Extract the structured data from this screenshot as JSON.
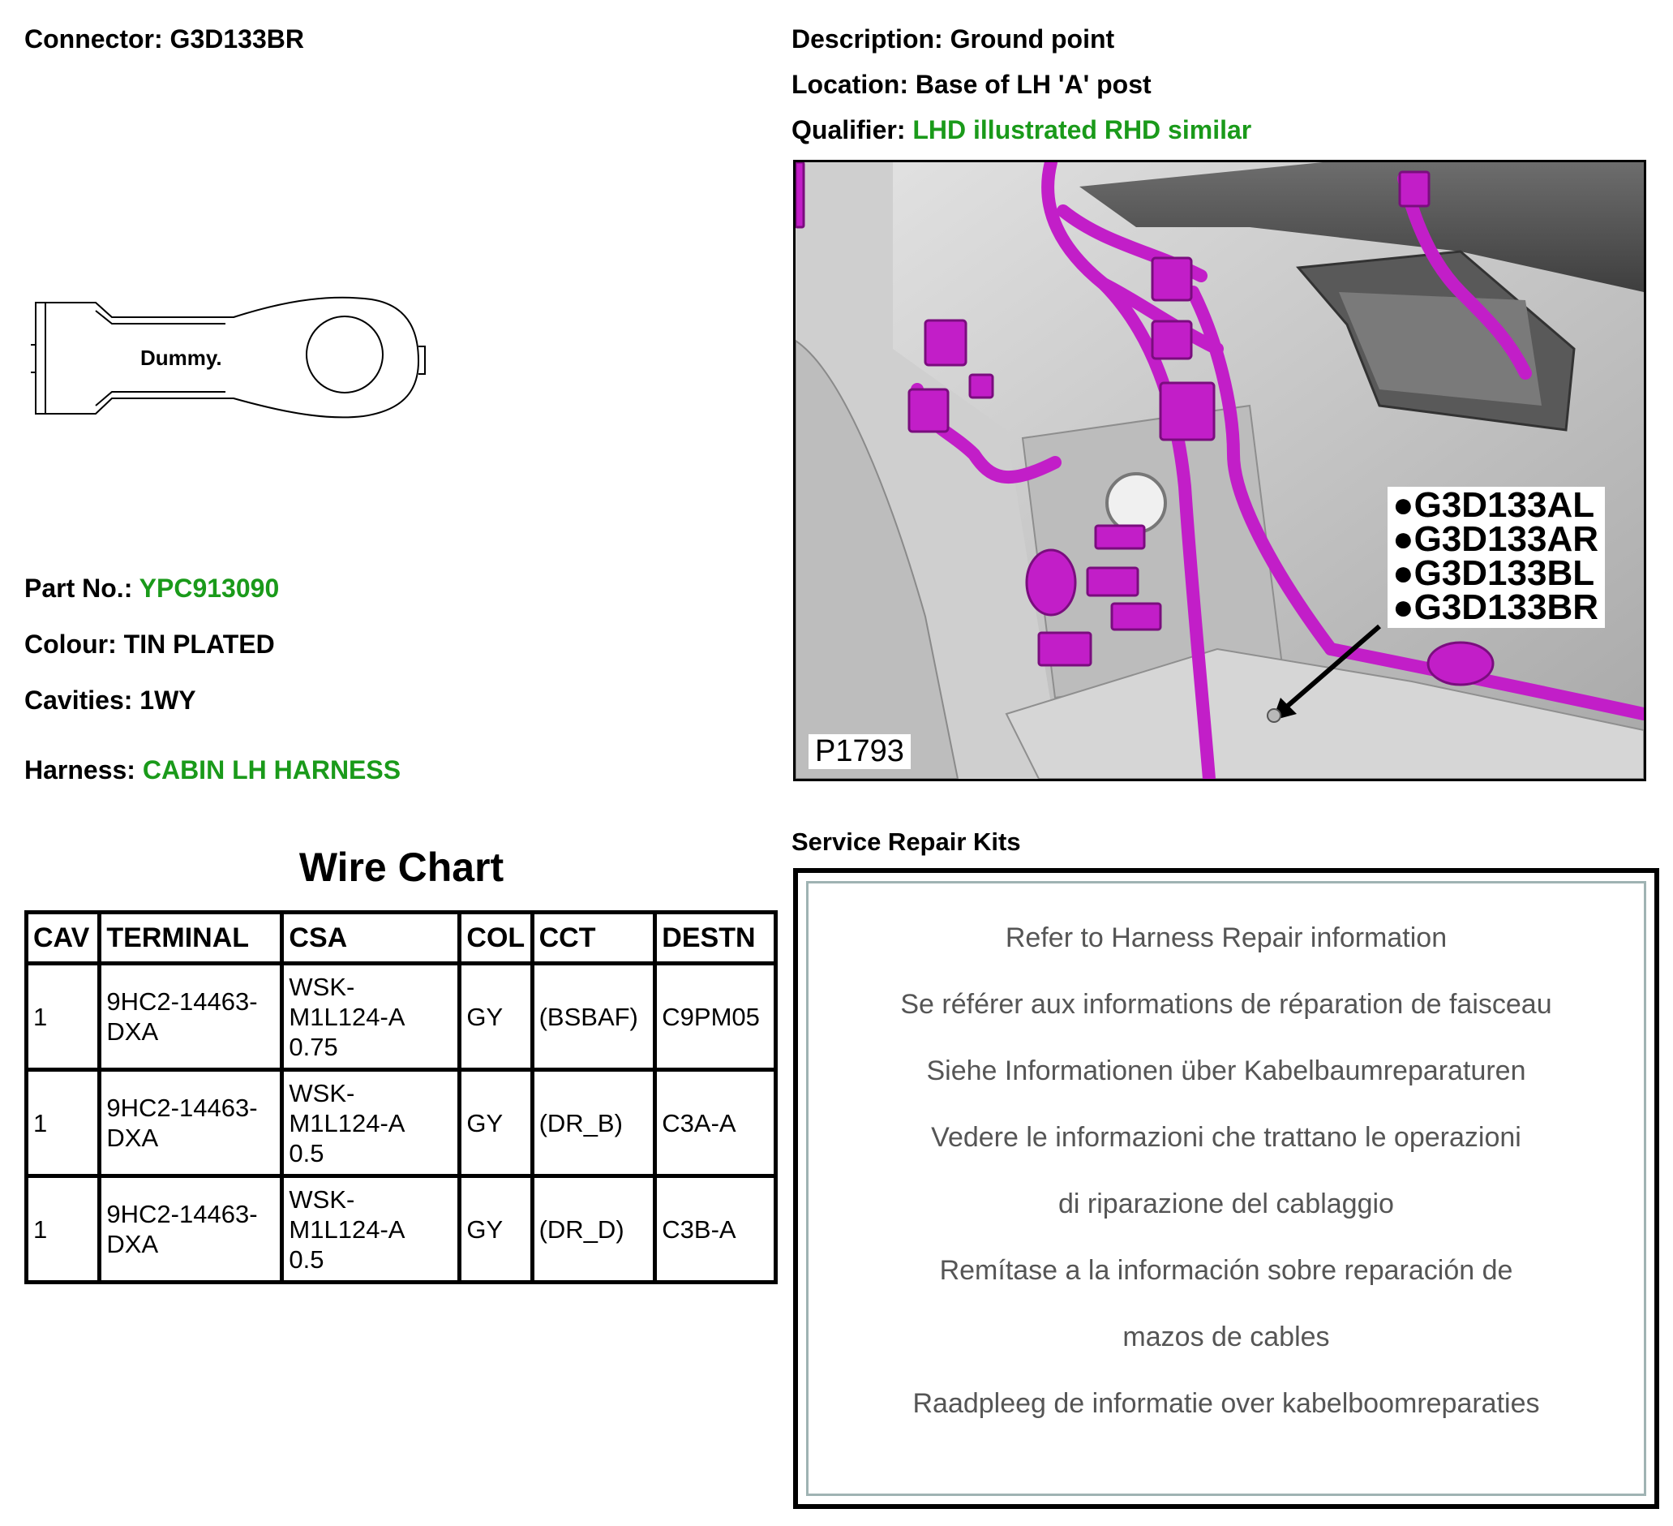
{
  "connector": {
    "label": "Connector:",
    "value": "G3D133BR"
  },
  "description": {
    "label": "Description:",
    "value": "Ground point"
  },
  "location": {
    "label": "Location:",
    "value": "Base of LH 'A' post"
  },
  "qualifier": {
    "label": "Qualifier:",
    "value": "LHD illustrated RHD similar"
  },
  "terminal_drawing": {
    "text": "Dummy."
  },
  "part_no": {
    "label": "Part No.:",
    "value": "YPC913090"
  },
  "colour": {
    "label": "Colour:",
    "value": "TIN PLATED"
  },
  "cavities": {
    "label": "Cavities:",
    "value": "1WY"
  },
  "harness": {
    "label": "Harness:",
    "value": "CABIN LH HARNESS"
  },
  "wire_chart": {
    "title": "Wire Chart",
    "headers": [
      "CAV",
      "TERMINAL",
      "CSA",
      "COL",
      "CCT",
      "DESTN"
    ],
    "rows": [
      {
        "cav": "1",
        "terminal": [
          "9HC2-14463-",
          "DXA"
        ],
        "csa": [
          "WSK-",
          "M1L124-A",
          "0.75"
        ],
        "col": "GY",
        "cct": "(BSBAF)",
        "destn": "C9PM05"
      },
      {
        "cav": "1",
        "terminal": [
          "9HC2-14463-",
          "DXA"
        ],
        "csa": [
          "WSK-",
          "M1L124-A",
          "0.5"
        ],
        "col": "GY",
        "cct": "(DR_B)",
        "destn": "C3A-A"
      },
      {
        "cav": "1",
        "terminal": [
          "9HC2-14463-",
          "DXA"
        ],
        "csa": [
          "WSK-",
          "M1L124-A",
          "0.5"
        ],
        "col": "GY",
        "cct": "(DR_D)",
        "destn": "C3B-A"
      }
    ]
  },
  "photo": {
    "label": "P1793",
    "connectors": [
      "●G3D133AL",
      "●G3D133AR",
      "●G3D133BL",
      "●G3D133BR"
    ]
  },
  "service_repair_kits": {
    "title": "Service Repair Kits",
    "lines": [
      "Refer to Harness Repair information",
      "Se référer aux informations de réparation de faisceau",
      "Siehe Informationen über Kabelbaumreparaturen",
      "Vedere le informazioni che trattano le operazioni",
      "di riparazione del cablaggio",
      "Remítase a la información sobre reparación de",
      "mazos de cables",
      "Raadpleeg de informatie over kabelboomreparaties"
    ]
  },
  "colors": {
    "green": "#1a9a1a",
    "harness_magenta": "#c21ec8"
  }
}
